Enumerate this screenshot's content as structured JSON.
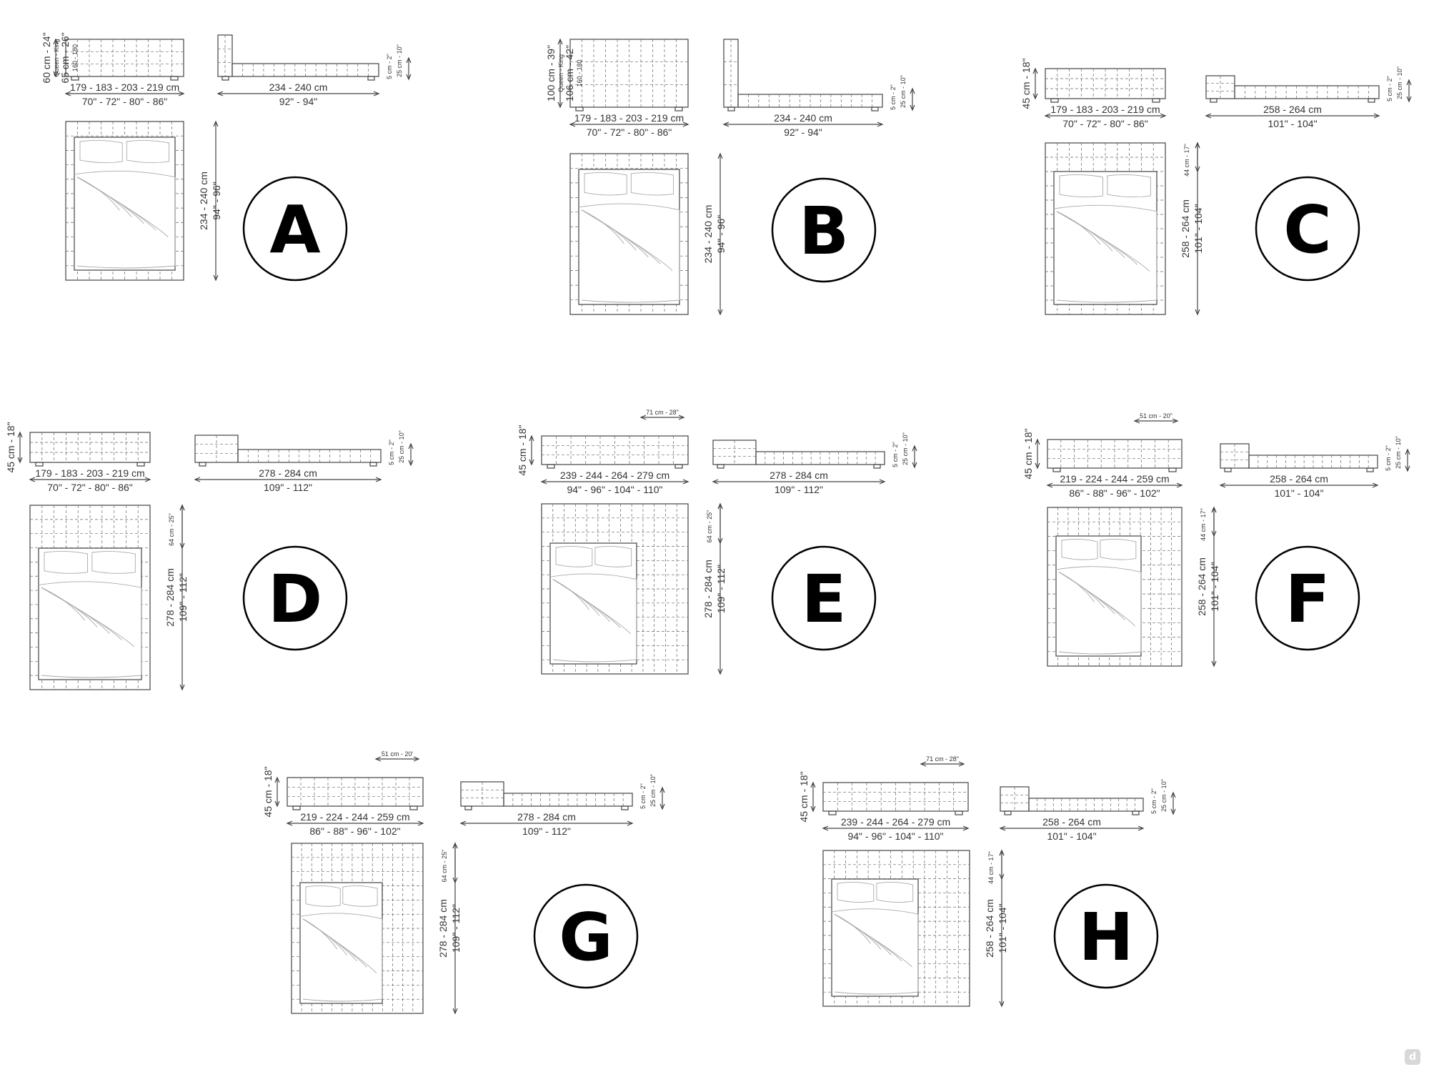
{
  "page": {
    "watermark": "d"
  },
  "configurations": [
    {
      "id": "A",
      "front": {
        "height_cm": "60 cm - 24\"",
        "height_queen": "Queen - King",
        "height_alt": "65 cm - 26\"",
        "mattress": "160 - 180",
        "width_cm": "179 - 183 - 203 - 219 cm",
        "width_in": "70\" - 72\" - 80\" - 86\""
      },
      "side": {
        "feet": "5 cm - 2\"",
        "frame": "25 cm - 10\"",
        "length_cm": "234 - 240 cm",
        "length_in": "92\" - 94\""
      },
      "plan": {
        "length_cm": "234 - 240 cm",
        "length_in": "94\" - 96\""
      }
    },
    {
      "id": "B",
      "front": {
        "height_cm": "100 cm - 39\"",
        "height_queen": "Queen - King",
        "height_alt": "106 cm - 42\"",
        "mattress": "160 - 180",
        "width_cm": "179 - 183 - 203 - 219 cm",
        "width_in": "70\" - 72\" - 80\" - 86\""
      },
      "side": {
        "feet": "5 cm - 2\"",
        "frame": "25 cm - 10\"",
        "length_cm": "234 - 240 cm",
        "length_in": "92\" - 94\""
      },
      "plan": {
        "length_cm": "234 - 240 cm",
        "length_in": "94\" - 96\""
      }
    },
    {
      "id": "C",
      "front": {
        "height_cm": "45 cm - 18\"",
        "width_cm": "179 - 183 - 203 - 219 cm",
        "width_in": "70\" - 72\" - 80\" - 86\""
      },
      "side": {
        "feet": "5 cm - 2\"",
        "frame": "25 cm - 10\"",
        "length_cm": "258 - 264 cm",
        "length_in": "101\" - 104\""
      },
      "plan": {
        "headboard": "44 cm - 17\"",
        "length_cm": "258 - 264 cm",
        "length_in": "101\" - 104\""
      }
    },
    {
      "id": "D",
      "front": {
        "height_cm": "45 cm - 18\"",
        "width_cm": "179 - 183 - 203 - 219 cm",
        "width_in": "70\" - 72\" - 80\" - 86\""
      },
      "side": {
        "feet": "5 cm - 2\"",
        "frame": "25 cm - 10\"",
        "length_cm": "278 - 284 cm",
        "length_in": "109\" - 112\""
      },
      "plan": {
        "headboard": "64 cm - 25\"",
        "length_cm": "278 - 284 cm",
        "length_in": "109\" - 112\""
      }
    },
    {
      "id": "E",
      "front": {
        "height_cm": "45 cm - 18\"",
        "side_panel": "71 cm - 28\"",
        "width_cm": "239 - 244 - 264 - 279 cm",
        "width_in": "94\" - 96\" - 104\" - 110\""
      },
      "side": {
        "feet": "5 cm - 2\"",
        "frame": "25 cm - 10\"",
        "length_cm": "278 - 284 cm",
        "length_in": "109\" - 112\""
      },
      "plan": {
        "headboard": "64 cm - 25\"",
        "length_cm": "278 - 284 cm",
        "length_in": "109\" - 112\""
      }
    },
    {
      "id": "F",
      "front": {
        "height_cm": "45 cm - 18\"",
        "side_panel": "51 cm - 20\"",
        "width_cm": "219 - 224 - 244 - 259 cm",
        "width_in": "86\" - 88\" - 96\" - 102\""
      },
      "side": {
        "feet": "5 cm - 2\"",
        "frame": "25 cm - 10\"",
        "length_cm": "258 - 264 cm",
        "length_in": "101\" - 104\""
      },
      "plan": {
        "headboard": "44 cm - 17\"",
        "length_cm": "258 - 264 cm",
        "length_in": "101\" - 104\""
      }
    },
    {
      "id": "G",
      "front": {
        "height_cm": "45 cm - 18\"",
        "side_panel": "51 cm - 20'",
        "width_cm": "219 - 224 - 244 - 259 cm",
        "width_in": "86\" - 88\" - 96\" - 102\""
      },
      "side": {
        "feet": "5 cm - 2\"",
        "frame": "25 cm - 10\"",
        "length_cm": "278 - 284 cm",
        "length_in": "109\" - 112\""
      },
      "plan": {
        "headboard": "64 cm - 25\"",
        "length_cm": "278 - 284 cm",
        "length_in": "109\" - 112\""
      }
    },
    {
      "id": "H",
      "front": {
        "height_cm": "45 cm - 18\"",
        "side_panel": "71 cm - 28\"",
        "width_cm": "239 - 244 - 264 - 279 cm",
        "width_in": "94\" - 96\" - 104\" - 110\""
      },
      "side": {
        "feet": "5 cm - 2\"",
        "frame": "25 cm - 10\"",
        "length_cm": "258 - 264 cm",
        "length_in": "101\" - 104\""
      },
      "plan": {
        "headboard": "44 cm - 17\"",
        "length_cm": "258 - 264 cm",
        "length_in": "101\" - 104\""
      }
    }
  ]
}
